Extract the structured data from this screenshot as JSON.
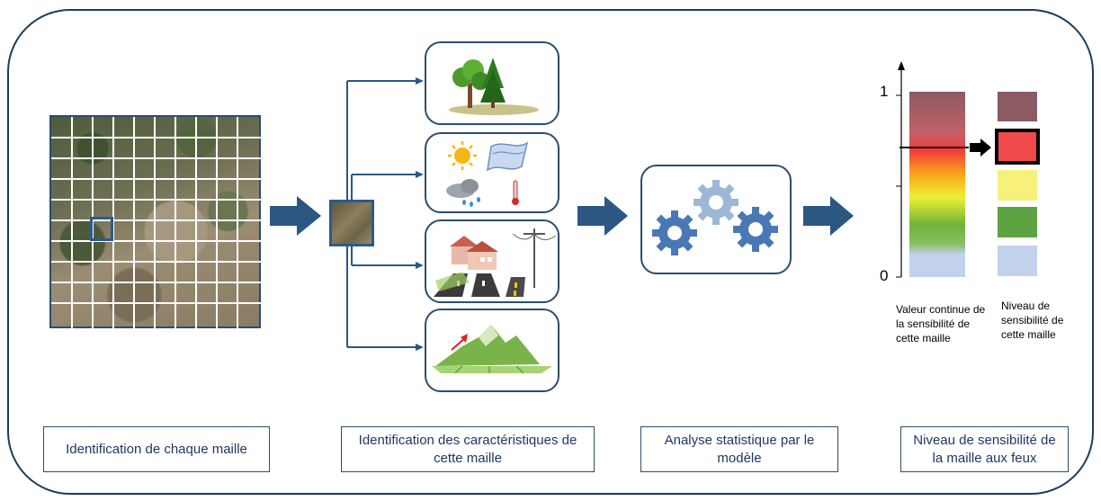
{
  "captions": {
    "step1": "Identification de chaque maille",
    "step2": "Identification des caractéristiques de cette maille",
    "step3": "Analyse statistique par le modèle",
    "step4": "Niveau de sensibilité de la maille aux feux"
  },
  "scale": {
    "top_label": "1",
    "bottom_label": "0",
    "continuous_label": "Valeur continue de la sensibilité de cette maille",
    "level_label": "Niveau de sensibilité de cette maille"
  },
  "colors": {
    "arrow": "#2c5783",
    "frame": "#1f3b5a",
    "level_very_high": "#8c5a63",
    "level_high": "#f04a4a",
    "level_medium": "#f7f07a",
    "level_low": "#5ea342",
    "level_very_low": "#c2d2ec"
  },
  "icons": {
    "vegetation": "vegetation-icon",
    "weather": "weather-icon",
    "human_infrastructure": "infrastructure-icon",
    "topography": "topography-icon",
    "model": "gears-icon"
  }
}
